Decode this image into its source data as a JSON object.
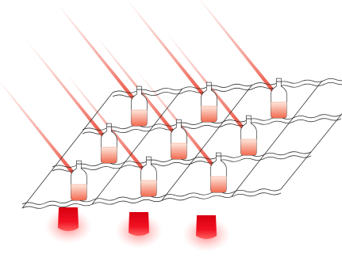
{
  "scene": {
    "grid": {
      "rows": 3,
      "cols": 3
    },
    "vials": {
      "count": 9,
      "liquid_color": "#f26a4f"
    },
    "beams": {
      "count": 9,
      "color": "#e8321e"
    },
    "under_glows": {
      "count": 3,
      "color": "#e8000f"
    },
    "colors": {
      "background": "#ffffff",
      "outline": "#333333",
      "glass": "#ffffff",
      "liquid_top": "#fbd9c8",
      "liquid_bottom": "#f26a4f"
    }
  }
}
